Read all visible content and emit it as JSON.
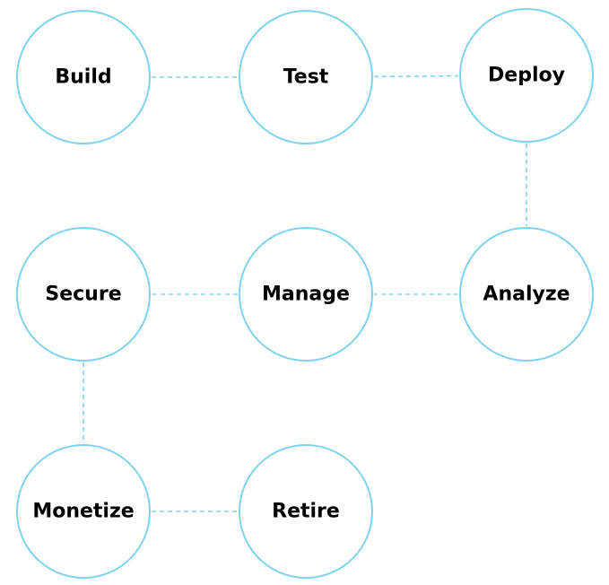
{
  "colors": {
    "node_stroke": "#7fd3ec",
    "connector": "#7fd3ec",
    "label": "#000000",
    "background": "#ffffff"
  },
  "nodes": [
    {
      "id": "build",
      "label": "Build"
    },
    {
      "id": "test",
      "label": "Test"
    },
    {
      "id": "deploy",
      "label": "Deploy"
    },
    {
      "id": "analyze",
      "label": "Analyze"
    },
    {
      "id": "manage",
      "label": "Manage"
    },
    {
      "id": "secure",
      "label": "Secure"
    },
    {
      "id": "monetize",
      "label": "Monetize"
    },
    {
      "id": "retire",
      "label": "Retire"
    }
  ],
  "edges": [
    {
      "from": "build",
      "to": "test"
    },
    {
      "from": "test",
      "to": "deploy"
    },
    {
      "from": "deploy",
      "to": "analyze"
    },
    {
      "from": "analyze",
      "to": "manage"
    },
    {
      "from": "manage",
      "to": "secure"
    },
    {
      "from": "secure",
      "to": "monetize"
    },
    {
      "from": "monetize",
      "to": "retire"
    }
  ]
}
